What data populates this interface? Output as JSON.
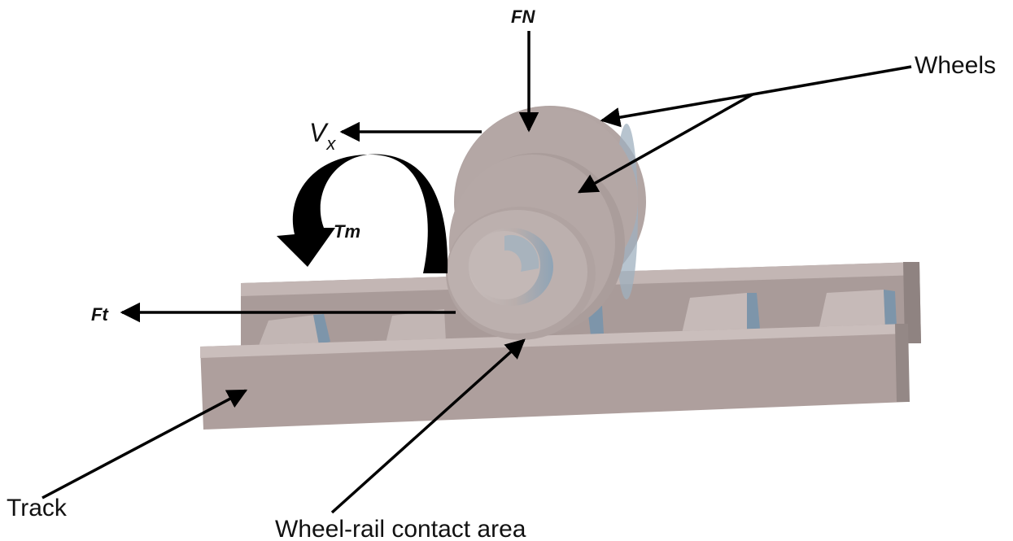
{
  "labels": {
    "normal_force": "FN",
    "wheels": "Wheels",
    "velocity_symbol": "V",
    "velocity_subscript": "x",
    "torque": "Tm",
    "traction_force": "Ft",
    "track": "Track",
    "contact_area": "Wheel-rail contact area"
  },
  "colors": {
    "rail_face": "#ad9f9d",
    "rail_top": "#c9bdbb",
    "wheel": "#b0a3a1",
    "wheel_light": "#c7bcba",
    "hub_shadow": "#8fa4b6",
    "arrow": "#000000"
  }
}
